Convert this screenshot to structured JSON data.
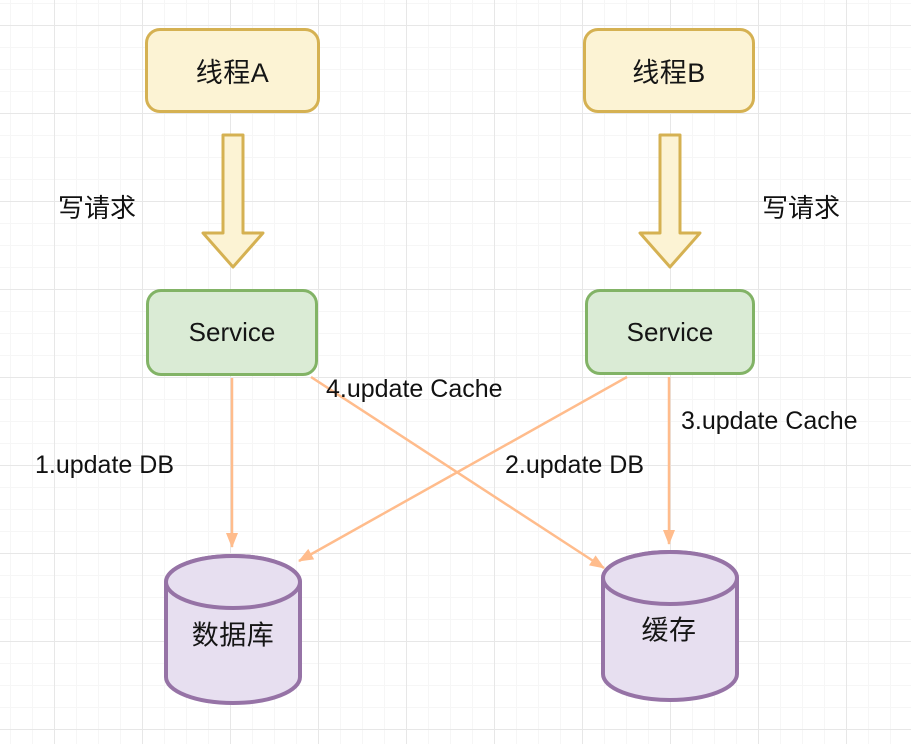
{
  "diagram": {
    "nodes": {
      "thread_a": {
        "label": "线程A"
      },
      "thread_b": {
        "label": "线程B"
      },
      "service_a": {
        "label": "Service"
      },
      "service_b": {
        "label": "Service"
      },
      "database": {
        "label": "数据库"
      },
      "cache": {
        "label": "缓存"
      }
    },
    "labels": {
      "write_request_a": "写请求",
      "write_request_b": "写请求",
      "step1": "1.update DB",
      "step2": "2.update DB",
      "step3": "3.update Cache",
      "step4": "4.update Cache"
    },
    "colors": {
      "thread_node_fill": "#FCF3D4",
      "thread_node_stroke": "#D5B152",
      "service_node_fill": "#DAEBD5",
      "service_node_stroke": "#82B366",
      "cylinder_fill": "#E7DFF0",
      "cylinder_stroke": "#9673A6",
      "block_arrow_fill": "#FCF3D4",
      "block_arrow_stroke": "#D5B152",
      "connector_arrow": "#FFBC8C",
      "grid_minor": "#F6F6F6",
      "grid_major": "#E7E7E7",
      "text": "#151515"
    }
  }
}
